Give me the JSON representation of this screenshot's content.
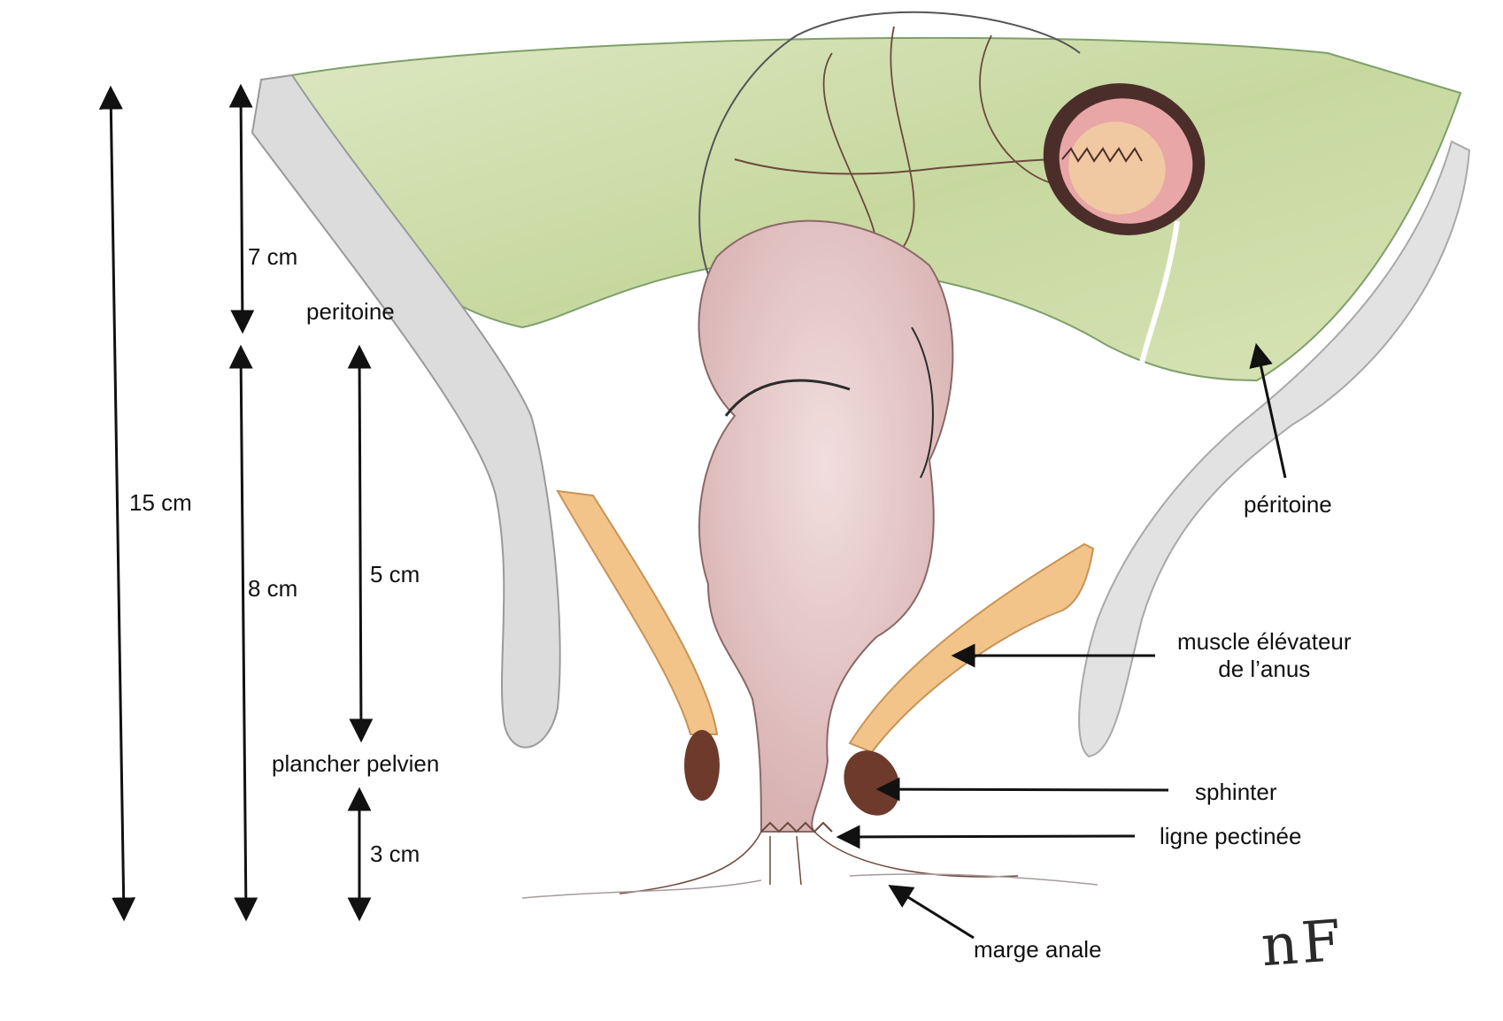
{
  "measurements": {
    "total": "15 cm",
    "upper": "7 cm",
    "lower": "8 cm",
    "mid": "5 cm",
    "bottom": "3 cm"
  },
  "labels": {
    "peritoine_left": "peritoine",
    "peritoine_right": "péritoine",
    "plancher": "plancher pelvien",
    "muscle_line1": "muscle élévateur",
    "muscle_line2": "de l’anus",
    "sphinter": "sphinter",
    "ligne": "ligne pectinée",
    "marge": "marge anale"
  },
  "signature": "nF",
  "colors": {
    "peritoneum_green": "#c9d9a6",
    "bone_gray": "#d2d2d2",
    "rectum_pink": "#e6c4c4",
    "muscle_orange": "#f2c48a",
    "sphincter_brown": "#6e3a2c",
    "arrow_black": "#111111"
  }
}
